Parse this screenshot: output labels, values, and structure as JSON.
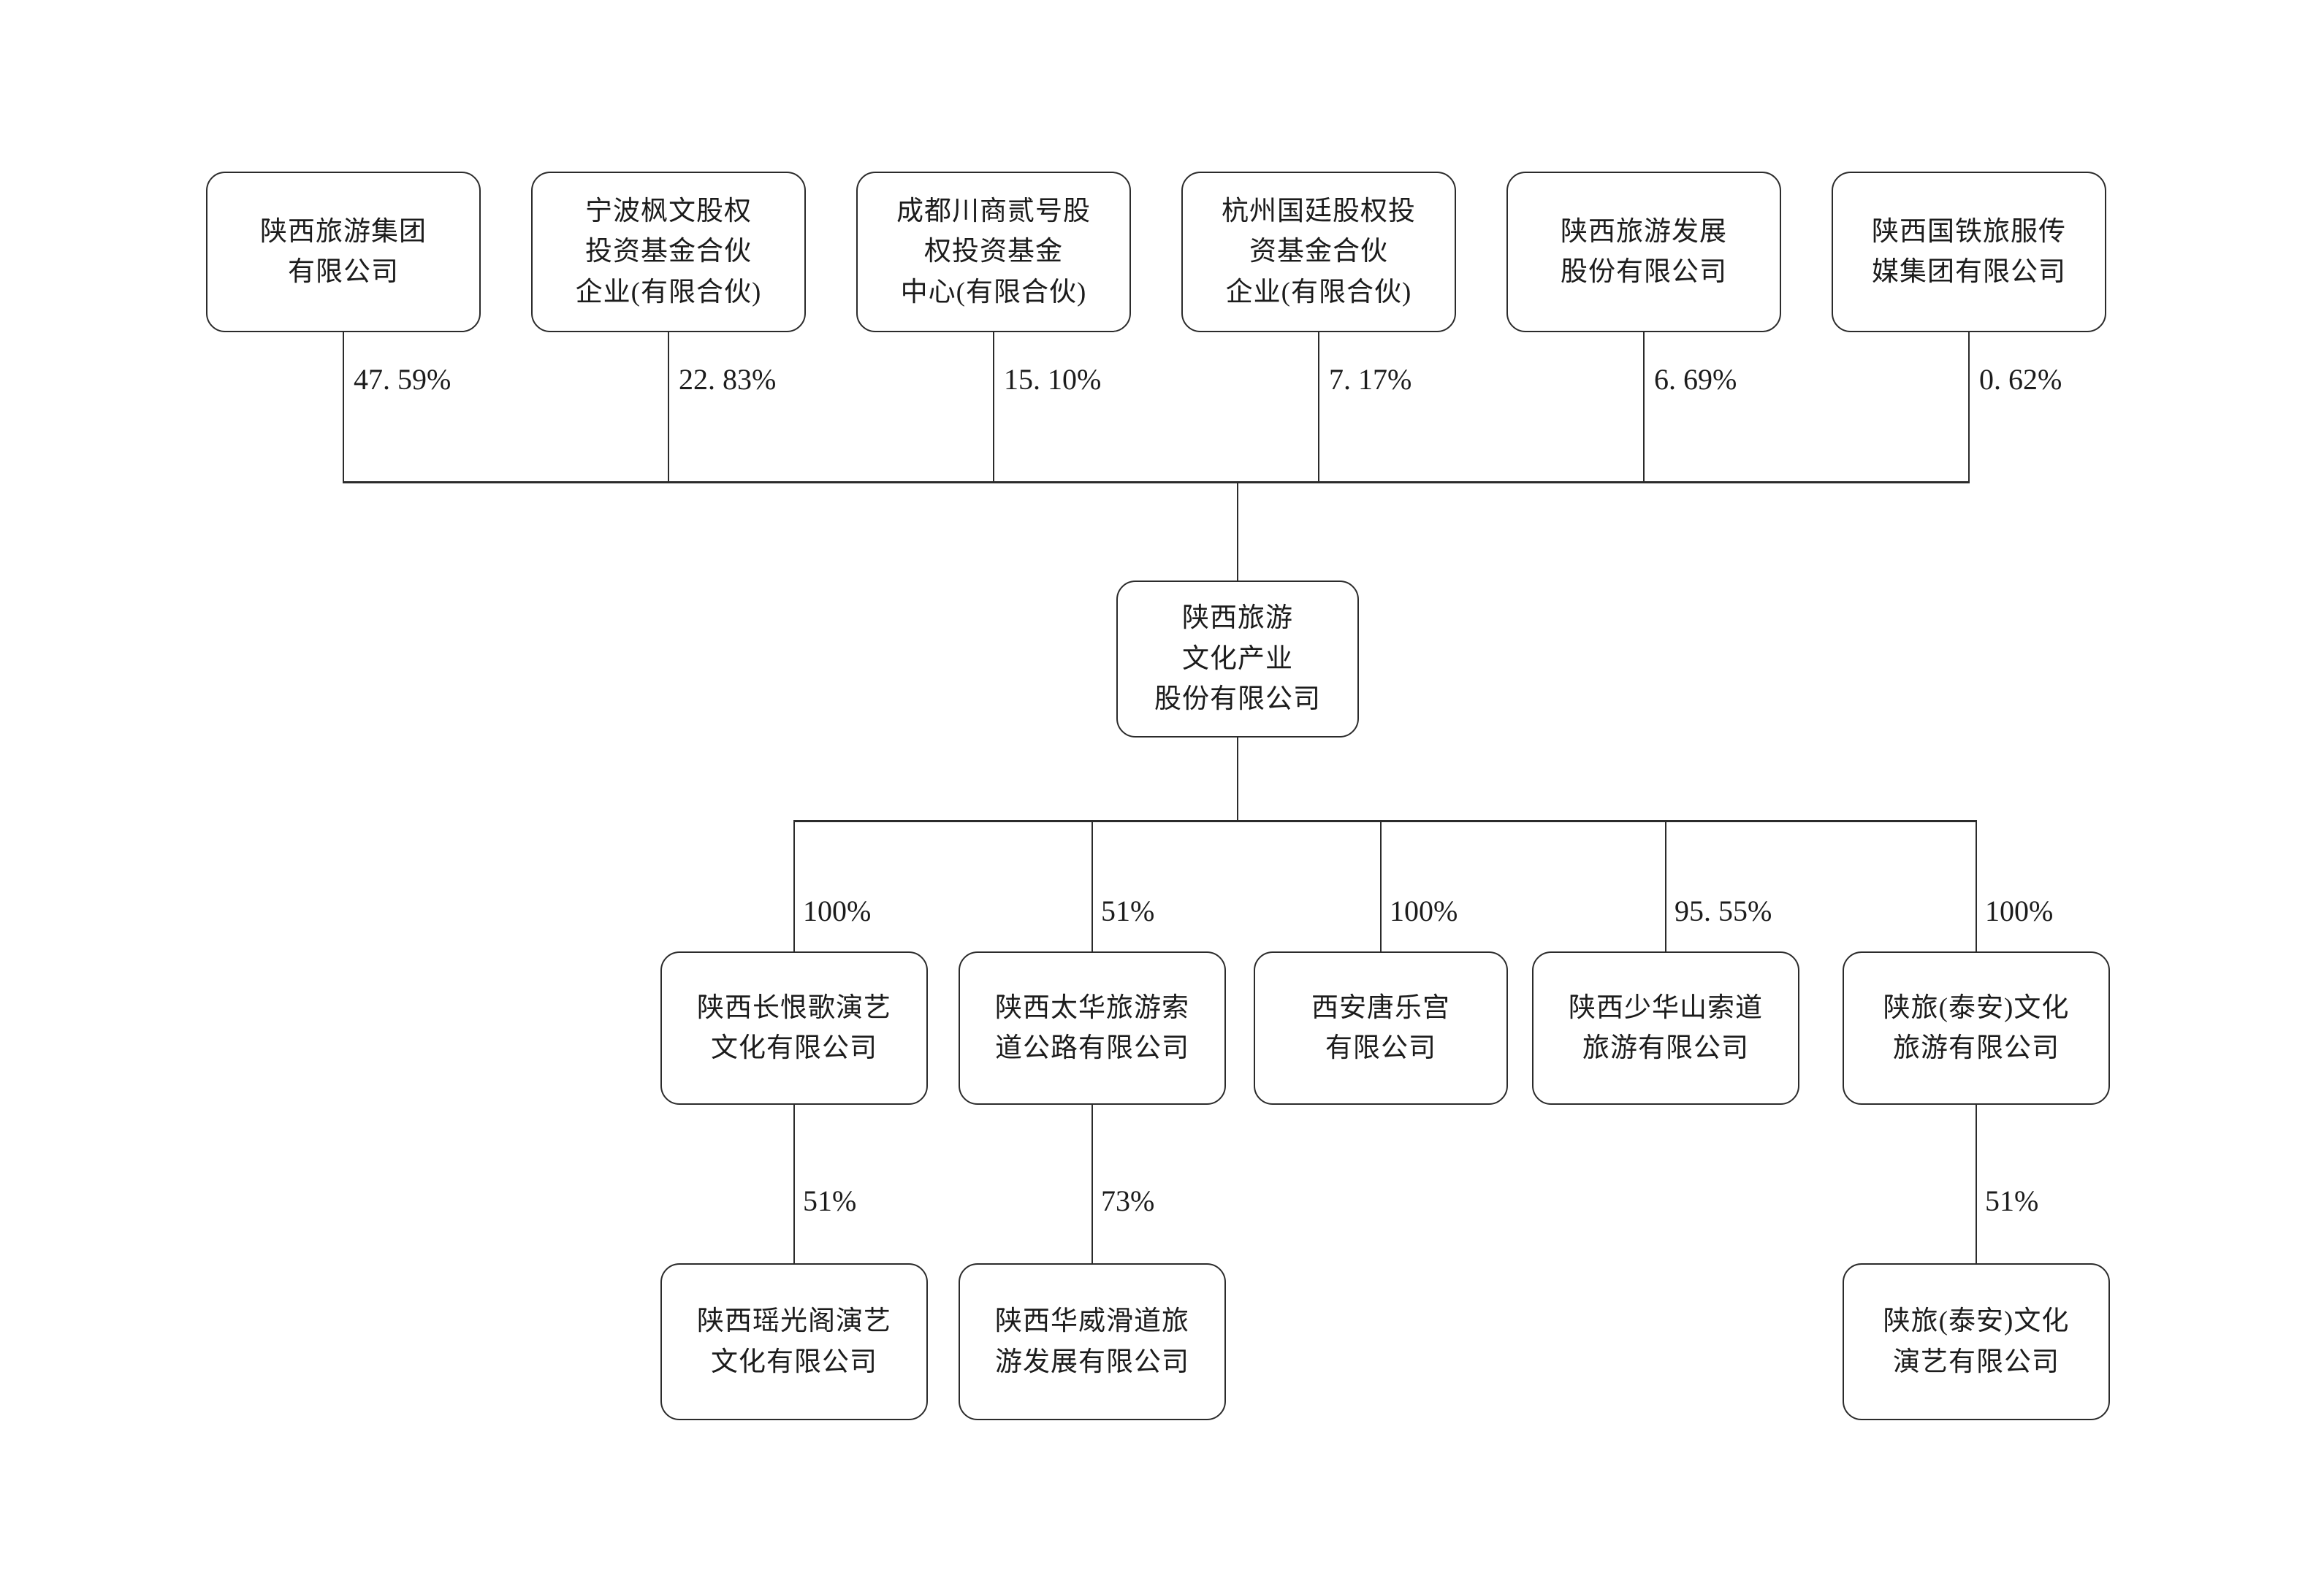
{
  "company": {
    "name": "陕西旅游\n文化产业\n股份有限公司"
  },
  "shareholders": [
    {
      "name": "陕西旅游集团\n有限公司",
      "ownership": "47. 59%"
    },
    {
      "name": "宁波枫文股权\n投资基金合伙\n企业(有限合伙)",
      "ownership": "22. 83%"
    },
    {
      "name": "成都川商贰号股\n权投资基金\n中心(有限合伙)",
      "ownership": "15. 10%"
    },
    {
      "name": "杭州国廷股权投\n资基金合伙\n企业(有限合伙)",
      "ownership": "7. 17%"
    },
    {
      "name": "陕西旅游发展\n股份有限公司",
      "ownership": "6. 69%"
    },
    {
      "name": "陕西国铁旅服传\n媒集团有限公司",
      "ownership": "0. 62%"
    }
  ],
  "subsidiaries": [
    {
      "name": "陕西长恨歌演艺\n文化有限公司",
      "ownership": "100%",
      "children": [
        {
          "name": "陕西瑶光阁演艺\n文化有限公司",
          "ownership": "51%"
        }
      ]
    },
    {
      "name": "陕西太华旅游索\n道公路有限公司",
      "ownership": "51%",
      "children": [
        {
          "name": "陕西华威滑道旅\n游发展有限公司",
          "ownership": "73%"
        }
      ]
    },
    {
      "name": "西安唐乐宫\n有限公司",
      "ownership": "100%",
      "children": []
    },
    {
      "name": "陕西少华山索道\n旅游有限公司",
      "ownership": "95. 55%",
      "children": []
    },
    {
      "name": "陕旅(泰安)文化\n旅游有限公司",
      "ownership": "100%",
      "children": [
        {
          "name": "陕旅(泰安)文化\n演艺有限公司",
          "ownership": "51%"
        }
      ]
    }
  ],
  "colors": {
    "line": "#2b2b2b",
    "box_border": "#2b2b2b",
    "background": "#ffffff",
    "text": "#1c1c1c"
  }
}
